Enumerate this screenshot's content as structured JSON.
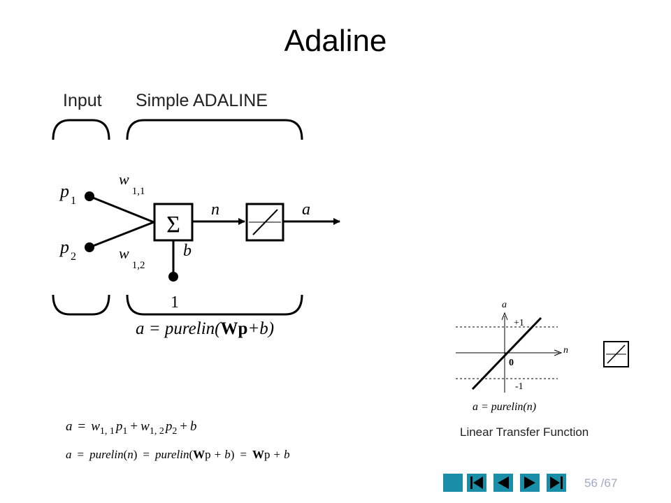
{
  "slide": {
    "title": "Adaline",
    "page_current": "56",
    "page_total": "/67"
  },
  "diagram": {
    "input_label": "Input",
    "layer_label": "Simple ADALINE",
    "p_symbol": "p",
    "p1_sub": "1",
    "p2_sub": "2",
    "w_symbol": "w",
    "w11_sub": "1,1",
    "w12_sub": "1,2",
    "sum_symbol": "Σ",
    "n_label": "n",
    "a_label": "a",
    "b_label": "b",
    "bias_input": "1",
    "eq_prefix": "a = purelin(",
    "eq_bold": "Wp",
    "eq_suffix": "+b)"
  },
  "transfer": {
    "axis_a": "a",
    "axis_n": "n",
    "plus_one": "+1",
    "minus_one": "-1",
    "zero": "0",
    "equation": "a = purelin(n)",
    "caption": "Linear Transfer Function"
  },
  "equations": {
    "eq1_a": "a",
    "eq1_eq": "=",
    "w": "w",
    "sub11": "1, 1",
    "p1": "p",
    "psub1": "1",
    "plus": "+",
    "sub12": "1, 2",
    "psub2": "2",
    "b": "b",
    "eq2_a": "a",
    "purelin": "purelin",
    "n": "n",
    "W": "W",
    "p": "p"
  },
  "nav": {
    "icons": [
      "nav-square-icon",
      "first-page-icon",
      "prev-page-icon",
      "next-page-icon",
      "last-page-icon"
    ],
    "color": "#1a8da8"
  }
}
